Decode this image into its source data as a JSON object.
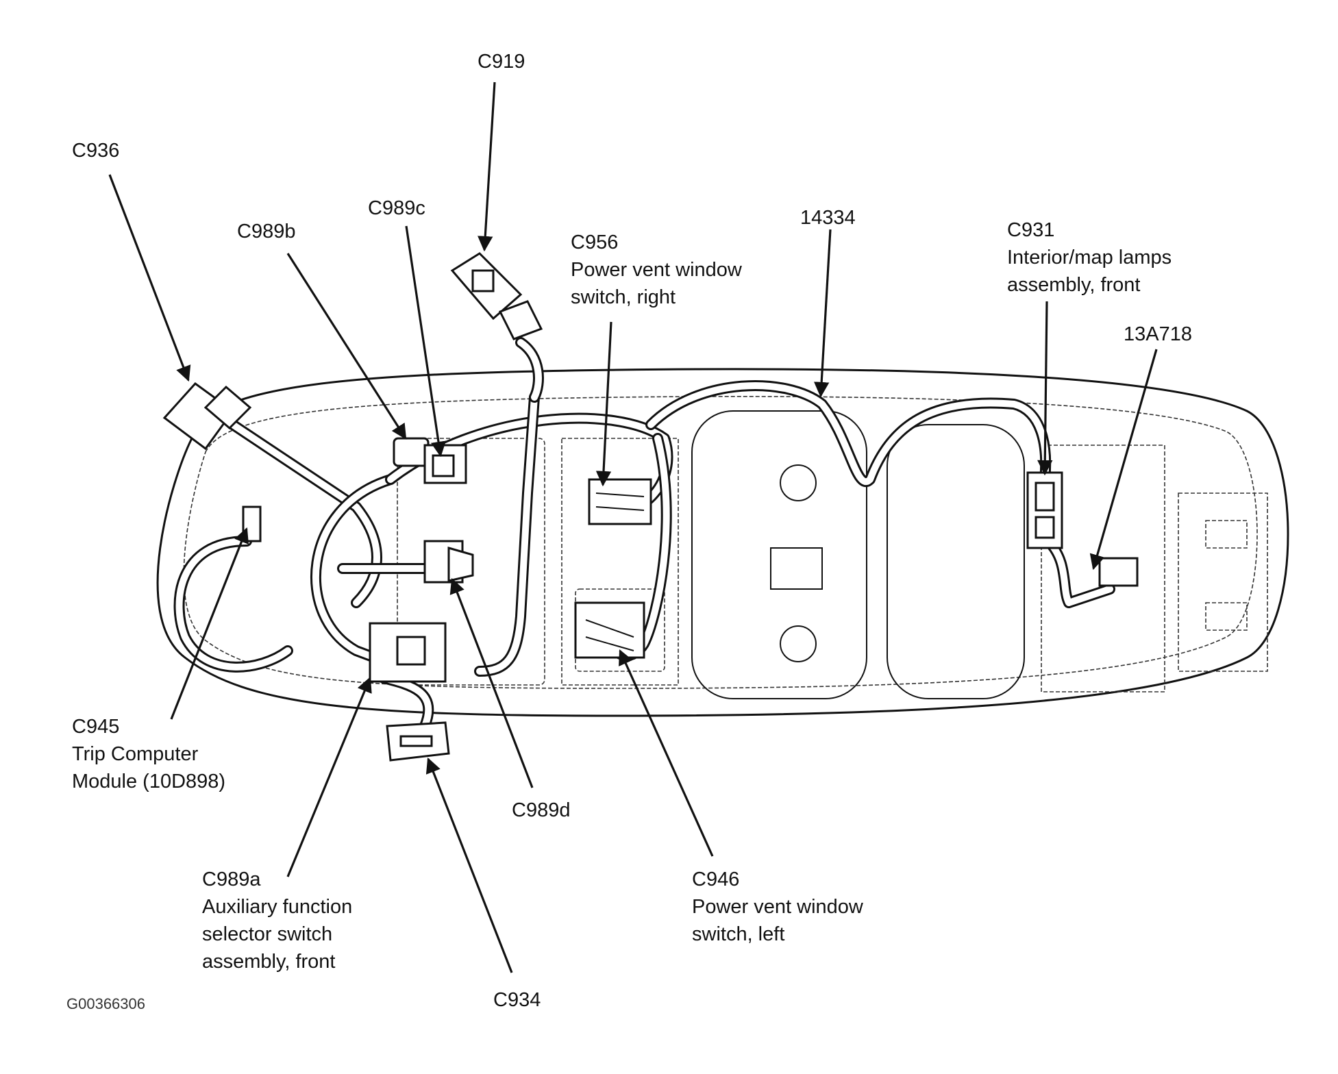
{
  "labels": {
    "c919": "C919",
    "c936": "C936",
    "c989c": "C989c",
    "c989b": "C989b",
    "c956": [
      "C956",
      "Power vent window",
      "switch, right"
    ],
    "n14334": "14334",
    "c931": [
      "C931",
      "Interior/map lamps",
      "assembly, front"
    ],
    "n13a718": "13A718",
    "c945": [
      "C945",
      "Trip Computer",
      "Module (10D898)"
    ],
    "c989d": "C989d",
    "c989a": [
      "C989a",
      "Auxiliary function",
      "selector switch",
      "assembly, front"
    ],
    "c946": [
      "C946",
      "Power vent window",
      "switch, left"
    ],
    "c934": "C934"
  },
  "figure_code": "G00366306"
}
